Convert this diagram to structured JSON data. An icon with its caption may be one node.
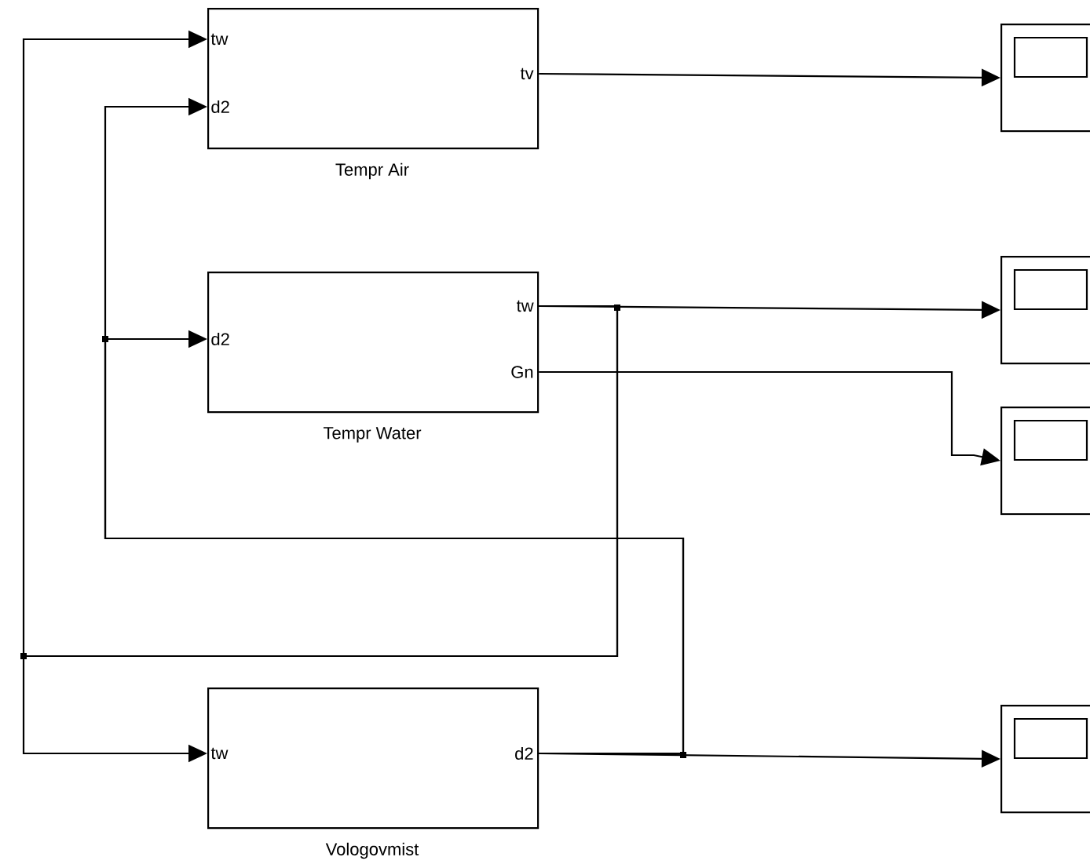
{
  "diagram": {
    "nodes": [
      {
        "text": [
          "tw",
          "d2",
          "tv"
        ],
        "beside": [
          "Tempr Air"
        ]
      },
      {
        "text": [
          "d2",
          "tw",
          "Gn"
        ],
        "beside": [
          "Tempr Water"
        ]
      },
      {
        "text": [
          "tw",
          "d2"
        ],
        "beside": [
          "Vologovmist"
        ]
      },
      {
        "text": [],
        "shape": "box"
      },
      {
        "text": [],
        "shape": "box"
      },
      {
        "text": [],
        "shape": "box"
      },
      {
        "text": [],
        "shape": "box"
      }
    ],
    "edges": [
      {
        "from": 0,
        "to": 3,
        "arrow": "to"
      },
      {
        "from": 1,
        "to": 4,
        "arrow": "to"
      },
      {
        "from": 1,
        "to": 5,
        "arrow": "to"
      },
      {
        "from": 1,
        "to": 0,
        "arrow": "to"
      },
      {
        "from": 1,
        "to": 2,
        "arrow": "to"
      },
      {
        "from": 2,
        "to": 6,
        "arrow": "to"
      },
      {
        "from": 2,
        "to": 0,
        "arrow": "to"
      },
      {
        "from": 2,
        "to": 1,
        "arrow": "to"
      }
    ]
  }
}
